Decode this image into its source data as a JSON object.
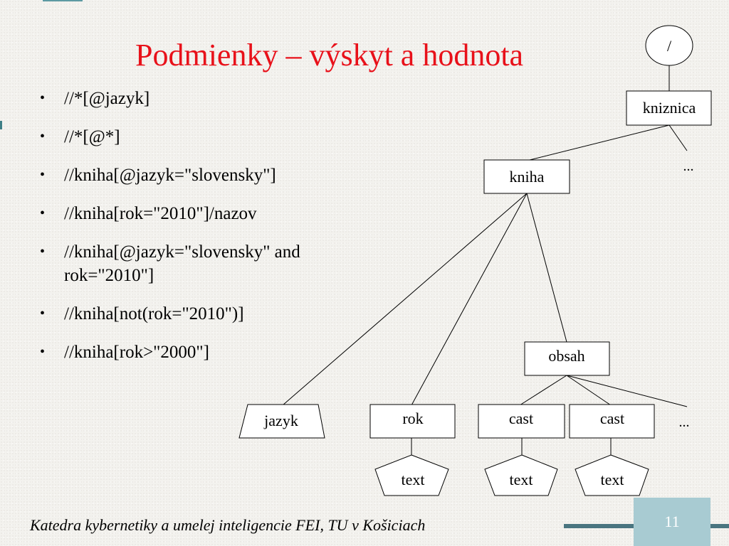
{
  "slide": {
    "title": "Podmienky – výskyt a hodnota",
    "bullets": [
      "//*[@jazyk]",
      "//*[@*]",
      "//kniha[@jazyk=\"slovensky\"]",
      "//kniha[rok=\"2010\"]/nazov",
      "//kniha[@jazyk=\"slovensky\" and rok=\"2010\"]",
      "//kniha[not(rok=\"2010\")]",
      "//kniha[rok>\"2000\"]"
    ],
    "footer": "Katedra kybernetiky a umelej inteligencie FEI, TU v Košiciach",
    "page_number": "11"
  },
  "tree": {
    "root": "/",
    "kniznica": "kniznica",
    "kniha": "kniha",
    "obsah": "obsah",
    "jazyk": "jazyk",
    "rok": "rok",
    "cast_1": "cast",
    "cast_2": "cast",
    "text_1": "text",
    "text_2": "text",
    "text_3": "text",
    "ellipsis_1": "...",
    "ellipsis_2": "..."
  },
  "colors": {
    "title": "#e8111a",
    "page_box": "#a8cbd2",
    "footer_bar": "#4a7580"
  }
}
